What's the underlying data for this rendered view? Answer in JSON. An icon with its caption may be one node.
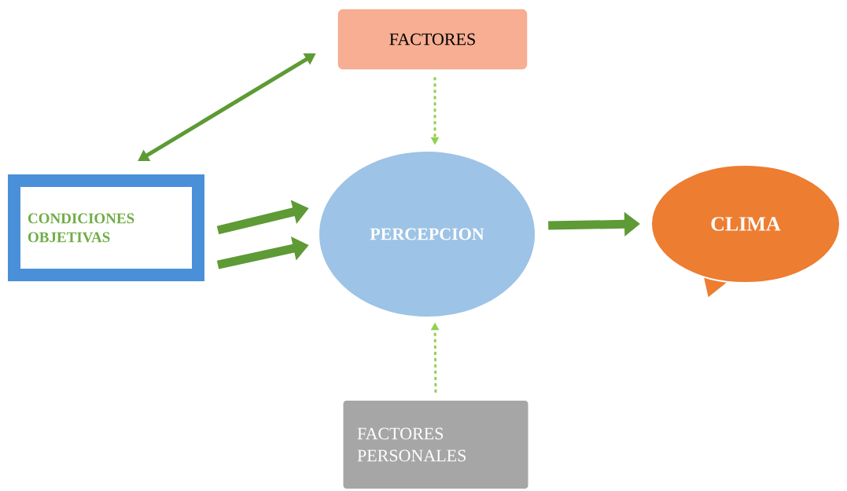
{
  "diagram": {
    "nodes": [
      {
        "text": [
          "FACTORES"
        ]
      },
      {
        "text": [
          "CONDICIONES OBJETIVAS"
        ]
      },
      {
        "text": [
          "PERCEPCION"
        ]
      },
      {
        "text": [
          "CLIMA"
        ]
      },
      {
        "text": [
          "FACTORES PERSONALES"
        ]
      }
    ],
    "edges": [
      {
        "from": 1,
        "to": 0,
        "arrow": "both"
      },
      {
        "from": 1,
        "to": 2,
        "arrow": "to",
        "style": "thick"
      },
      {
        "from": 1,
        "to": 2,
        "arrow": "to",
        "style": "thick"
      },
      {
        "from": 2,
        "to": 3,
        "arrow": "to",
        "style": "thick"
      },
      {
        "from": 0,
        "to": 2,
        "arrow": "to",
        "style": "dashed",
        "color": "#92d050"
      },
      {
        "from": 4,
        "to": 2,
        "arrow": "to",
        "style": "dashed",
        "color": "#92d050"
      }
    ]
  }
}
